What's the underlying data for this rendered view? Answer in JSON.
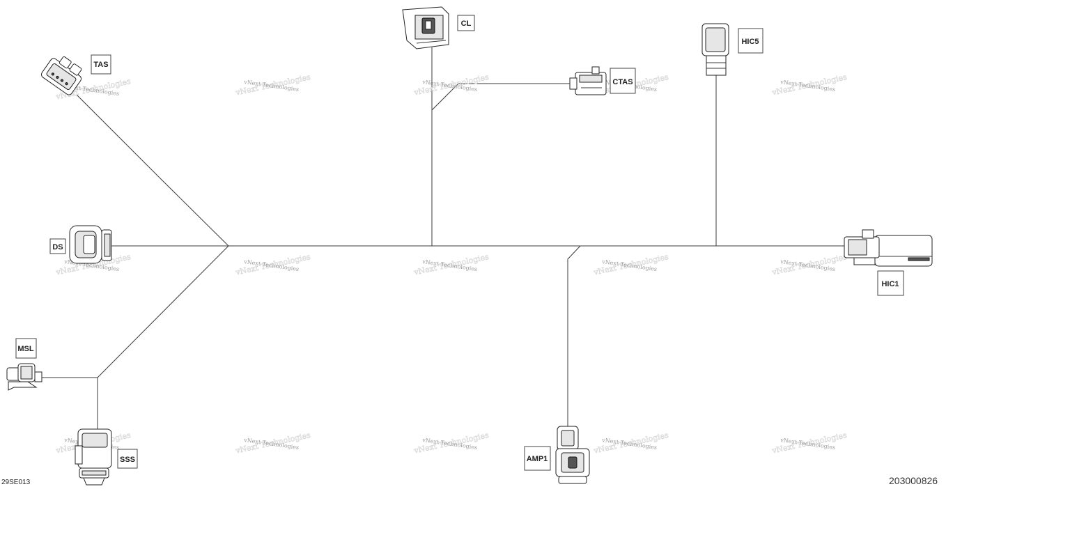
{
  "connectors": {
    "tas": "TAS",
    "cl": "CL",
    "ctas": "CTAS",
    "hic5": "HIC5",
    "ds": "DS",
    "hic1": "HIC1",
    "msl": "MSL",
    "sss": "SSS",
    "amp1": "AMP1"
  },
  "codes": {
    "left": "29SE013",
    "right": "203000826"
  },
  "watermark": {
    "text": "vNext Technologies"
  }
}
